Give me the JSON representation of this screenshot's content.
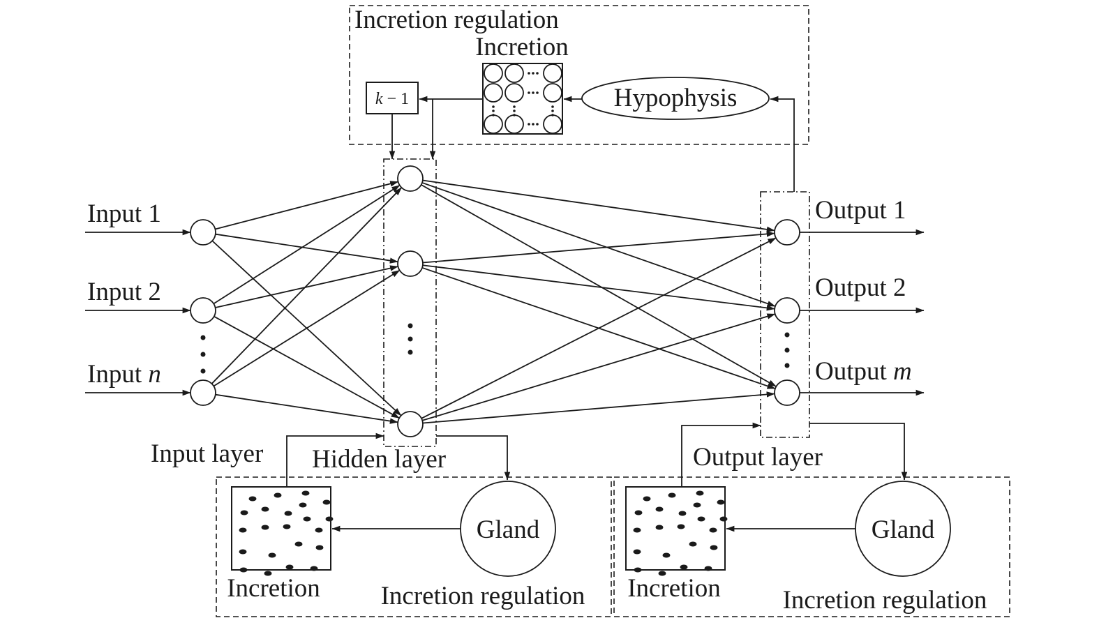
{
  "inputs": {
    "input_1": {
      "prefix": "Input ",
      "index": "1"
    },
    "input_2": {
      "prefix": "Input ",
      "index": "2"
    },
    "input_n": {
      "prefix": "Input ",
      "index": "n"
    },
    "layer_label": "Input layer"
  },
  "hidden": {
    "layer_label": "Hidden layer"
  },
  "outputs": {
    "output_1": {
      "prefix": "Output ",
      "index": "1"
    },
    "output_2": {
      "prefix": "Output ",
      "index": "2"
    },
    "output_m": {
      "prefix": "Output ",
      "index": "m"
    },
    "layer_label": "Output layer"
  },
  "top_module": {
    "title": "Incretion regulation",
    "incretion_label": "Incretion",
    "hypophysis_label": "Hypophysis",
    "delay": {
      "k": "k",
      "rest": " − 1"
    }
  },
  "hidden_module": {
    "incretion_label": "Incretion",
    "gland_label": "Gland",
    "regulation_label": "Incretion regulation"
  },
  "output_module": {
    "incretion_label": "Incretion",
    "gland_label": "Gland",
    "regulation_label": "Incretion regulation"
  }
}
